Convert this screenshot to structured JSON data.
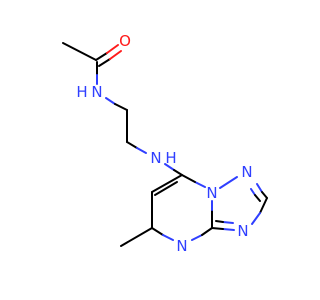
{
  "structure": {
    "atoms": {
      "o1": "O",
      "n_amide": "N",
      "h_amide": "H",
      "n_amine": "N",
      "h_amine": "H",
      "n_ring": "N",
      "n_tri_1": "N",
      "n_tri_2": "N",
      "n_pyr": "N"
    }
  },
  "colors": {
    "nitrogen": "#2f3fff",
    "oxygen": "#ff1a1a",
    "carbon": "#000000"
  }
}
